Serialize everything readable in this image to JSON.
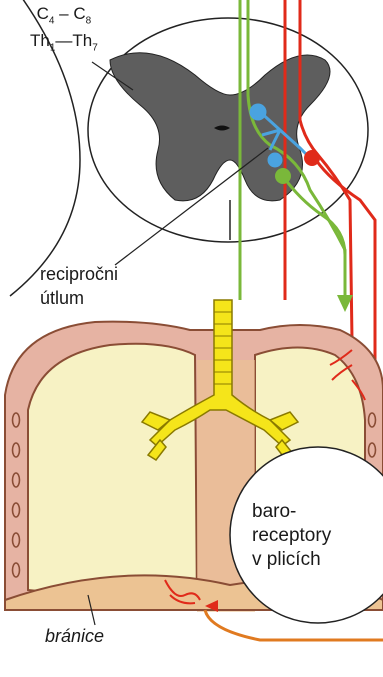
{
  "segments": {
    "cervical_start": "C",
    "cervical_start_sub": "4",
    "cervical_dash": "–",
    "cervical_end": "C",
    "cervical_end_sub": "8",
    "thoracic_start": "Th",
    "thoracic_start_sub": "1",
    "thoracic_dash": "—",
    "thoracic_end": "Th",
    "thoracic_end_sub": "7"
  },
  "reciprocal_inhibition": {
    "line1": "recipročni",
    "line2": "útlum"
  },
  "baroreceptors": {
    "line1": "baro-",
    "line2": "receptory",
    "line3": "v plicích"
  },
  "diaphragm": "bránice",
  "colors": {
    "grey_matter": "#5e5e5e",
    "white_matter": "#ffffff",
    "green_fiber": "#7ab83a",
    "red_fiber": "#e02a1a",
    "blue_neuron": "#4aa3e0",
    "lung_fill": "#f7f2c4",
    "pleura_pink": "#e6b3a3",
    "trachea_yellow": "#f5e51a",
    "diaphragm_tan": "#ecc393",
    "orange_nerve": "#e07a20",
    "baro_circle": "#ffffff"
  },
  "icons": [
    "spinal-cord-section",
    "lungs",
    "trachea",
    "baroreceptor-circle",
    "arrow-down-icon",
    "arrow-left-icon"
  ]
}
